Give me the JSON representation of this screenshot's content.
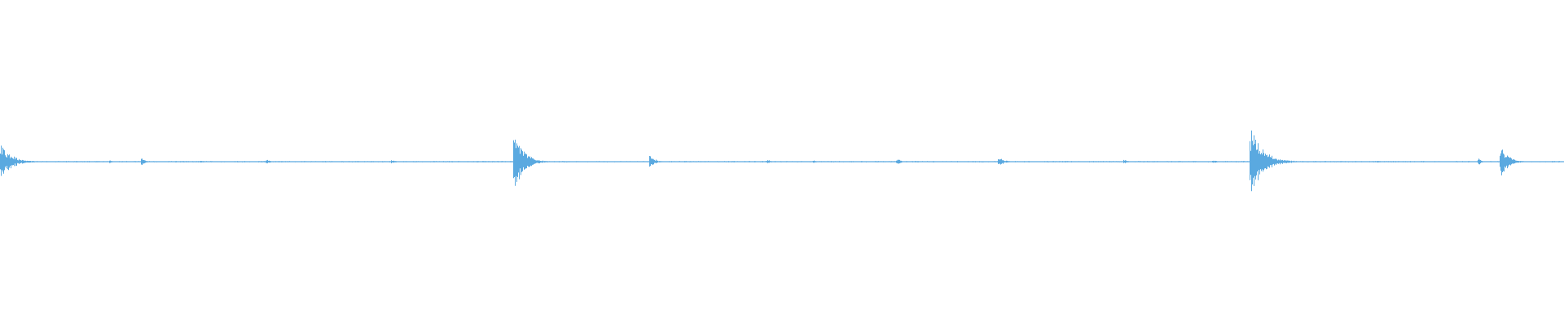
{
  "waveform": {
    "color": "#5aa9e0",
    "baseline": 0.006,
    "bursts": [
      {
        "t": 0.0,
        "amp": 0.28,
        "len": 0.025
      },
      {
        "t": 0.07,
        "amp": 0.03,
        "len": 0.006
      },
      {
        "t": 0.09,
        "amp": 0.08,
        "len": 0.008
      },
      {
        "t": 0.128,
        "amp": 0.03,
        "len": 0.006
      },
      {
        "t": 0.17,
        "amp": 0.05,
        "len": 0.008
      },
      {
        "t": 0.25,
        "amp": 0.04,
        "len": 0.008
      },
      {
        "t": 0.328,
        "amp": 0.5,
        "len": 0.022
      },
      {
        "t": 0.415,
        "amp": 0.14,
        "len": 0.01
      },
      {
        "t": 0.49,
        "amp": 0.04,
        "len": 0.008
      },
      {
        "t": 0.52,
        "amp": 0.03,
        "len": 0.006
      },
      {
        "t": 0.573,
        "amp": 0.06,
        "len": 0.01
      },
      {
        "t": 0.638,
        "amp": 0.07,
        "len": 0.014
      },
      {
        "t": 0.718,
        "amp": 0.04,
        "len": 0.008
      },
      {
        "t": 0.775,
        "amp": 0.03,
        "len": 0.01
      },
      {
        "t": 0.799,
        "amp": 0.5,
        "len": 0.03
      },
      {
        "t": 0.88,
        "amp": 0.03,
        "len": 0.006
      },
      {
        "t": 0.945,
        "amp": 0.07,
        "len": 0.006
      },
      {
        "t": 0.959,
        "amp": 0.26,
        "len": 0.017
      }
    ]
  }
}
